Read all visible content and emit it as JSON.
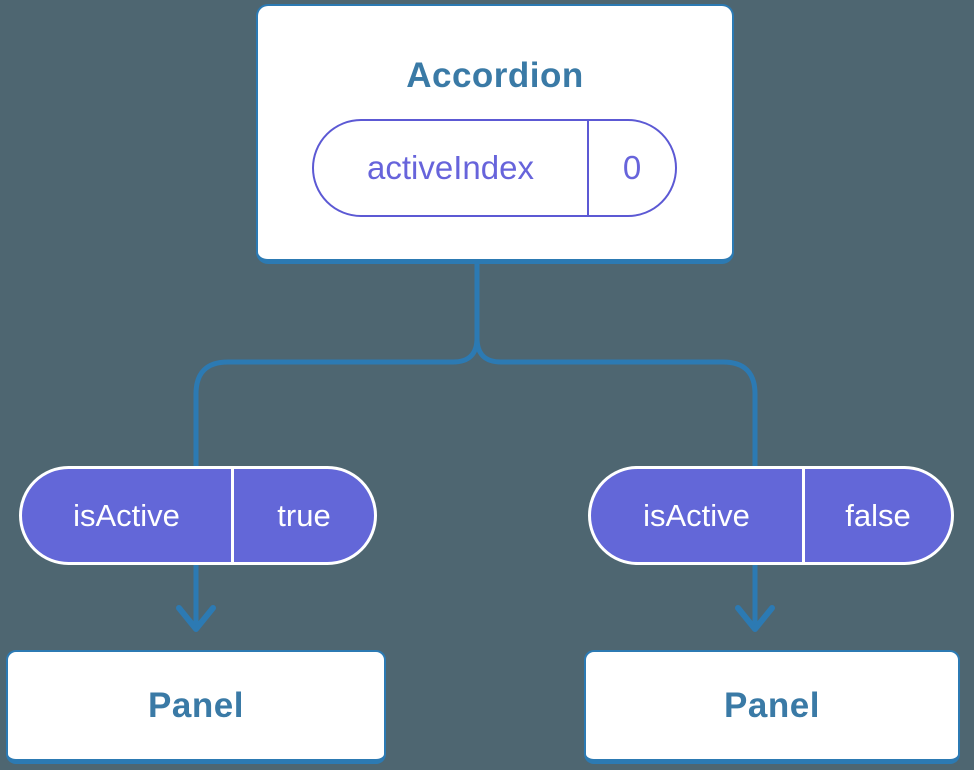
{
  "diagram": {
    "description": "Component tree diagram showing state passed down as props",
    "root_component": {
      "title": "Accordion",
      "state_pill": {
        "name": "activeIndex",
        "value": "0"
      }
    },
    "prop_pills": [
      {
        "name": "isActive",
        "value": "true"
      },
      {
        "name": "isActive",
        "value": "false"
      }
    ],
    "child_components": [
      {
        "title": "Panel"
      },
      {
        "title": "Panel"
      }
    ],
    "colors": {
      "background": "#4e6671",
      "connector_blue": "#2c7ab3",
      "component_text_blue": "#3a7aa6",
      "pill_purple_fill": "#6367d8",
      "pill_purple_stroke": "#5c59d4",
      "pill_text_purple": "#6764db",
      "card_white": "#ffffff"
    }
  }
}
